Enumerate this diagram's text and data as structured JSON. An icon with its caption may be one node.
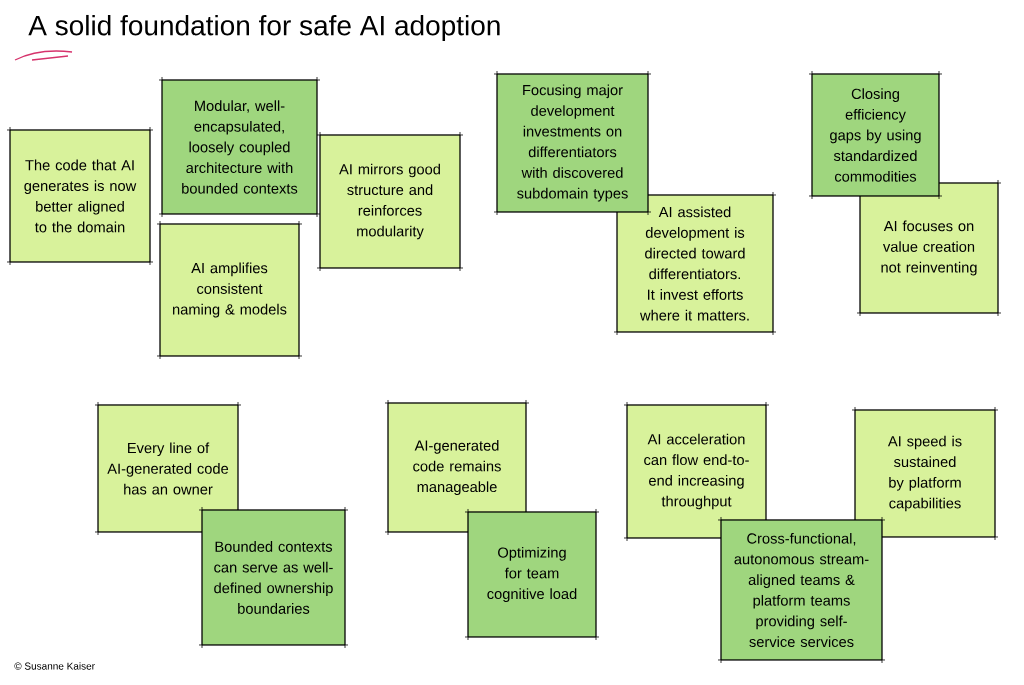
{
  "diagram": {
    "title": "A solid foundation for safe AI adoption",
    "nodes": [
      {
        "text": [
          "The code that AI generates is now better aligned to the domain"
        ]
      },
      {
        "text": [
          "Modular, well-encapsulated, loosely coupled architecture with bounded contexts"
        ]
      },
      {
        "text": [
          "AI amplifies consistent naming & models"
        ]
      },
      {
        "text": [
          "AI mirrors good structure and reinforces modularity"
        ]
      },
      {
        "text": [
          "Focusing major development investments on differentiators with discovered subdomain types"
        ]
      },
      {
        "text": [
          "AI assisted development is directed toward differentiators. It invest efforts where it matters."
        ]
      },
      {
        "text": [
          "Closing efficiency gaps by using standardized commodities"
        ]
      },
      {
        "text": [
          "AI focuses on value creation not reinventing"
        ]
      },
      {
        "text": [
          "Every line of AI-generated code has an owner"
        ]
      },
      {
        "text": [
          "Bounded contexts can serve as well-defined ownership boundaries"
        ]
      },
      {
        "text": [
          "AI-generated code remains manageable"
        ]
      },
      {
        "text": [
          "Optimizing for team cognitive load"
        ]
      },
      {
        "text": [
          "AI acceleration can flow end-to-end increasing throughput"
        ]
      },
      {
        "text": [
          "AI speed is sustained by platform capabilities"
        ]
      },
      {
        "text": [
          "Cross-functional, autonomous stream-aligned teams & platform teams providing self-service services"
        ]
      }
    ],
    "labels": [
      "© Susanne Kaiser"
    ]
  }
}
